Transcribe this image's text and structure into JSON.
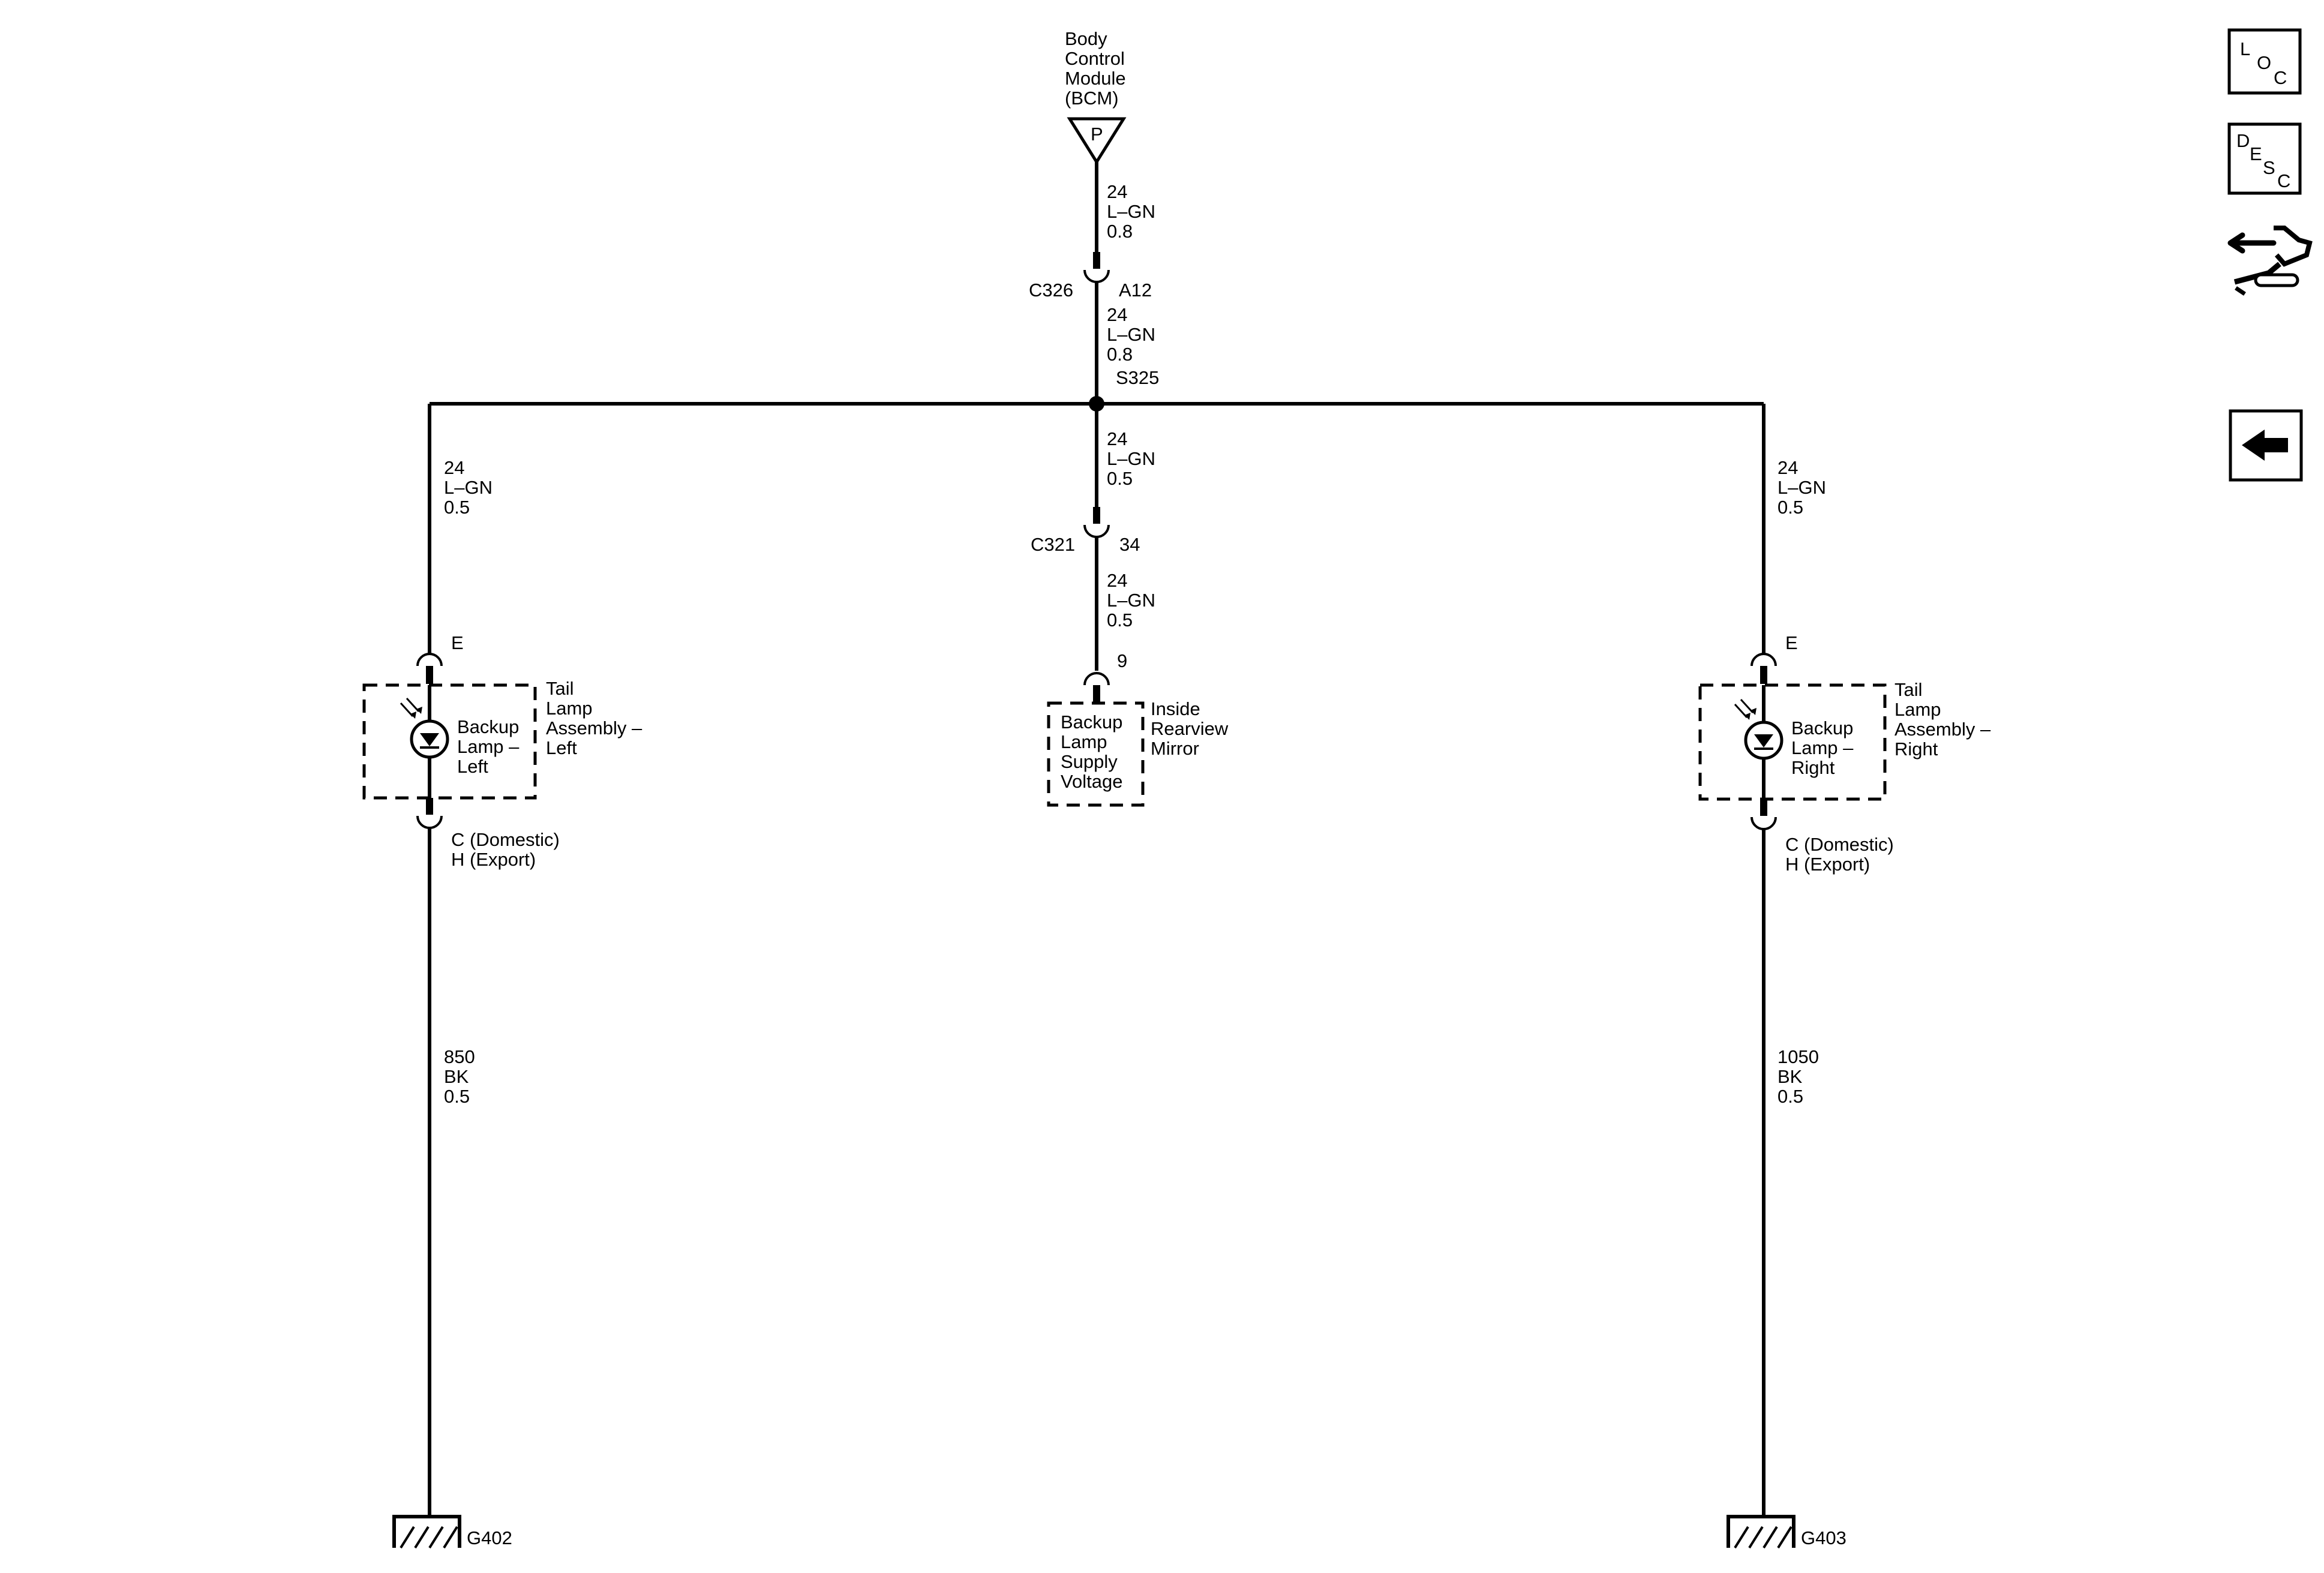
{
  "bcm": {
    "line1": "Body",
    "line2": "Control",
    "line3": "Module",
    "line4": "(BCM)",
    "pin": "P"
  },
  "wire_top": {
    "circuit": "24",
    "color": "L–GN",
    "gauge": "0.8"
  },
  "c326": {
    "name": "C326",
    "pin": "A12"
  },
  "wire_mid": {
    "circuit": "24",
    "color": "L–GN",
    "gauge": "0.8"
  },
  "splice": {
    "name": "S325"
  },
  "wire_left": {
    "circuit": "24",
    "color": "L–GN",
    "gauge": "0.5"
  },
  "wire_center1": {
    "circuit": "24",
    "color": "L–GN",
    "gauge": "0.5"
  },
  "wire_right": {
    "circuit": "24",
    "color": "L–GN",
    "gauge": "0.5"
  },
  "c321": {
    "name": "C321",
    "pin": "34"
  },
  "wire_center2": {
    "circuit": "24",
    "color": "L–GN",
    "gauge": "0.5"
  },
  "mirror": {
    "pin": "9",
    "inner1": "Backup",
    "inner2": "Lamp",
    "inner3": "Supply",
    "inner4": "Voltage",
    "name1": "Inside",
    "name2": "Rearview",
    "name3": "Mirror"
  },
  "left_lamp": {
    "pin_in": "E",
    "inner1": "Backup",
    "inner2": "Lamp –",
    "inner3": "Left",
    "name1": "Tail",
    "name2": "Lamp",
    "name3": "Assembly –",
    "name4": "Left",
    "pin_out1": "C (Domestic)",
    "pin_out2": "H (Export)"
  },
  "right_lamp": {
    "pin_in": "E",
    "inner1": "Backup",
    "inner2": "Lamp –",
    "inner3": "Right",
    "name1": "Tail",
    "name2": "Lamp",
    "name3": "Assembly –",
    "name4": "Right",
    "pin_out1": "C (Domestic)",
    "pin_out2": "H (Export)"
  },
  "ground_left_wire": {
    "circuit": "850",
    "color": "BK",
    "gauge": "0.5"
  },
  "ground_right_wire": {
    "circuit": "1050",
    "color": "BK",
    "gauge": "0.5"
  },
  "ground_left": {
    "name": "G402"
  },
  "ground_right": {
    "name": "G403"
  },
  "nav": {
    "loc": {
      "l": "L",
      "o": "O",
      "c": "C",
      "icon": "location-icon"
    },
    "desc": {
      "d": "D",
      "e": "E",
      "s": "S",
      "c": "C",
      "icon": "description-icon"
    },
    "connector_icon": "connector-end-view-icon",
    "back_icon": "back-arrow-icon"
  }
}
